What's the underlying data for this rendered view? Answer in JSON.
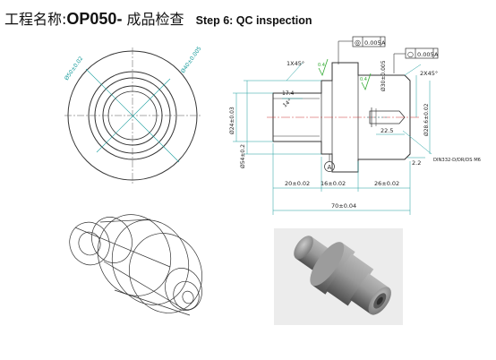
{
  "header": {
    "title_cn": "工程名称:",
    "op_code": "OP050-",
    "title_cn2": "成品检查",
    "step": "Step 6: QC inspection"
  },
  "front_view": {
    "dim_outer": "Ø50±0.02",
    "dim_inner": "Ø40±0.005"
  },
  "side_view": {
    "tol_frame1_sym": "◎",
    "tol_frame1_val": "0.005",
    "tol_frame1_ref": "A",
    "tol_frame2_sym": "○",
    "tol_frame2_val": "0.005",
    "tol_frame2_ref": "A",
    "chamfer_left": "1X45°",
    "chamfer_right": "2X45°",
    "dim_174": "17.4",
    "dim_angle": "14°",
    "dim_24": "Ø24±0.03",
    "dim_30": "Ø30±0.005",
    "dim_286": "Ø28.6±0.02",
    "dim_54": "Ø54±0.2",
    "dim_225": "22.5",
    "dim_22": "2.2",
    "thread": "DIN332-D/DR/DS M6",
    "datum": "A",
    "seg1": "20±0.02",
    "seg2": "16±0.02",
    "seg3": "26±0.02",
    "overall": "70±0.04",
    "roughness1": "0.4",
    "roughness2": "0.4"
  },
  "colors": {
    "dimension": "#1a9e9e",
    "outline": "#333333",
    "render_body": "#8a8a8a"
  }
}
